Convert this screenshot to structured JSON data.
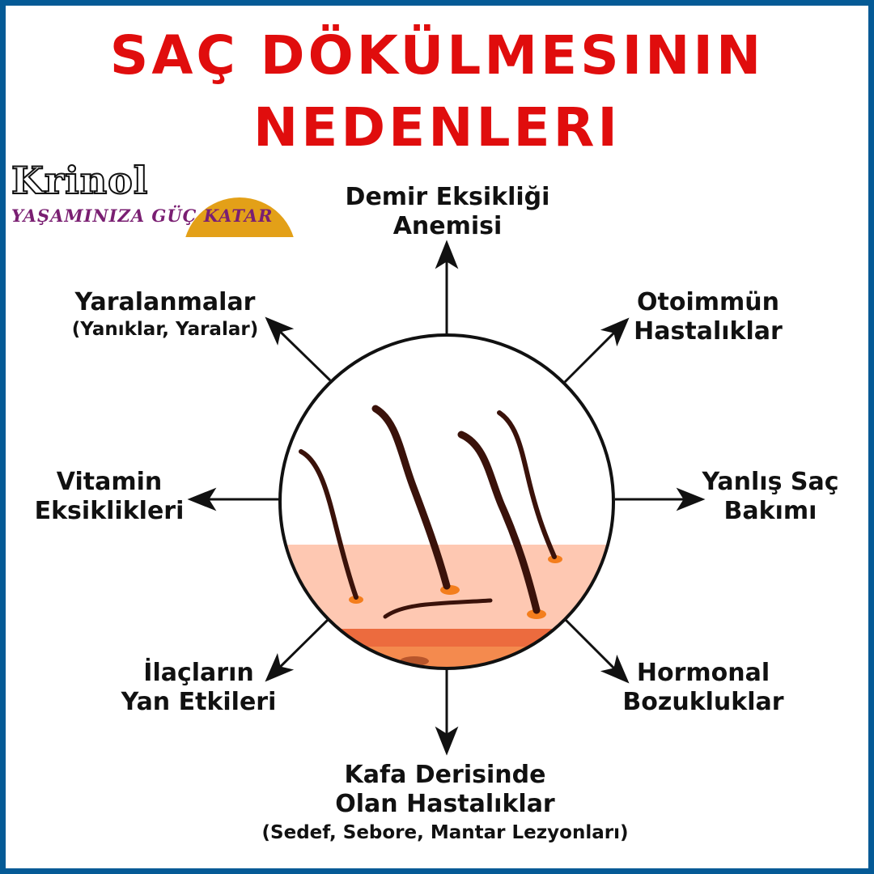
{
  "title": {
    "line1": "SAÇ DÖKÜLMESININ",
    "line2": "NEDENLERI",
    "color": "#e00d0d"
  },
  "logo": {
    "name": "Krinol",
    "tagline": "YAŞAMINIZA GÜÇ KATAR",
    "tagline_color": "#7a1f72",
    "accent_color": "#e3a018"
  },
  "frame": {
    "border_color": "#045a96"
  },
  "center_illustration": "scalp-hair-follicles",
  "causes": [
    {
      "id": "top",
      "line1": "Demir Eksikliği",
      "line2": "Anemisi",
      "arrow": "up"
    },
    {
      "id": "top-right",
      "line1": "Otoimmün",
      "line2": "Hastalıklar",
      "arrow": "up-right"
    },
    {
      "id": "right",
      "line1": "Yanlış Saç",
      "line2": "Bakımı",
      "arrow": "right"
    },
    {
      "id": "bottom-right",
      "line1": "Hormonal",
      "line2": "Bozukluklar",
      "arrow": "down-right"
    },
    {
      "id": "bottom",
      "line1": "Kafa Derisinde",
      "line2": "Olan Hastalıklar",
      "sub": "(Sedef, Sebore, Mantar Lezyonları)",
      "arrow": "down"
    },
    {
      "id": "bottom-left",
      "line1": "İlaçların",
      "line2": "Yan Etkileri",
      "arrow": "down-left"
    },
    {
      "id": "left",
      "line1": "Vitamin",
      "line2": "Eksiklikleri",
      "arrow": "left"
    },
    {
      "id": "top-left",
      "line1": "Yaralanmalar",
      "sub": "(Yanıklar, Yaralar)",
      "arrow": "up-left"
    }
  ]
}
